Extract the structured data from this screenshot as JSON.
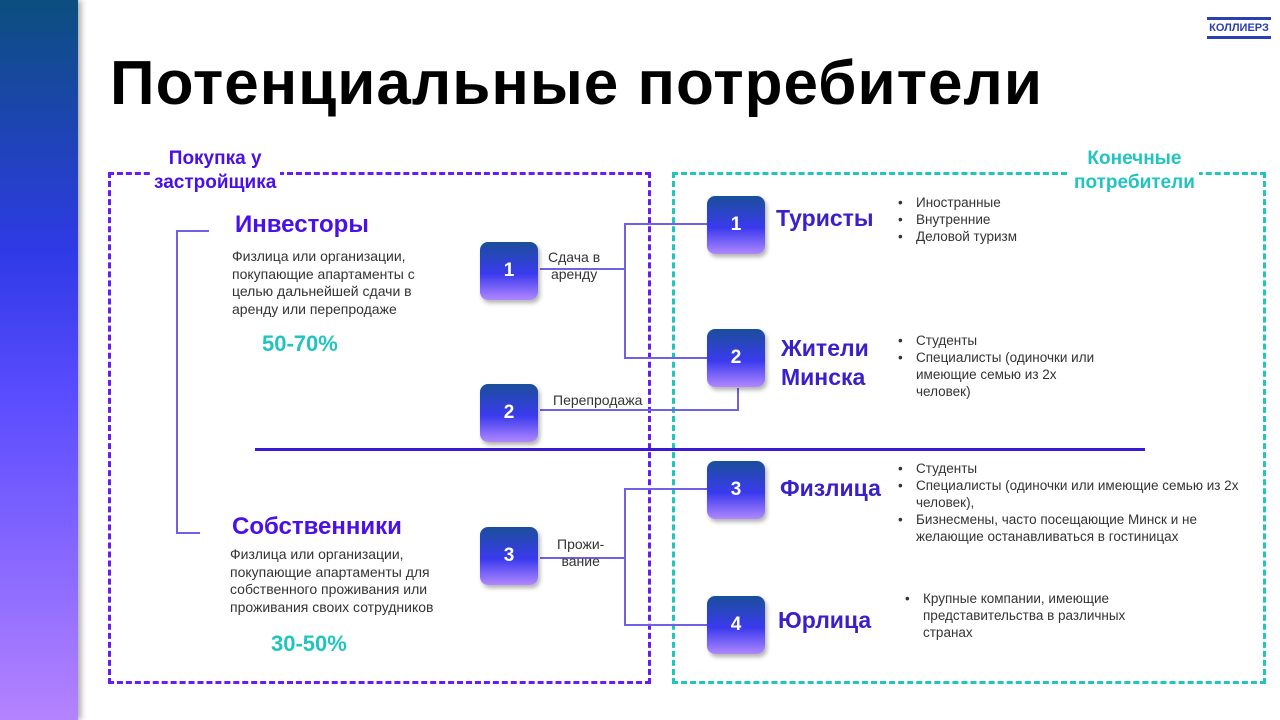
{
  "logo": "КОЛЛИЕРЗ",
  "title": "Потенциальные потребители",
  "left_label": [
    "Покупка у",
    "застройщика"
  ],
  "right_label": [
    "Конечные",
    "потребители"
  ],
  "investors": {
    "heading": "Инвесторы",
    "desc": [
      "Физлица или организации,",
      "покупающие апартаменты с",
      "целью дальнейшей сдачи в",
      "аренду или перепродаже"
    ],
    "pct": "50-70%"
  },
  "owners": {
    "heading": "Собственники",
    "desc": [
      "Физлица или организации,",
      "покупающие апартаменты для",
      "собственного проживания или",
      "проживания своих сотрудников"
    ],
    "pct": "30-50%"
  },
  "left_nums": [
    "1",
    "2",
    "3"
  ],
  "links": {
    "rent": [
      "Сдача в",
      "аренду"
    ],
    "resale": "Перепродажа",
    "live": [
      "Прожи-",
      "вание"
    ]
  },
  "right": [
    {
      "num": "1",
      "name": [
        "Туристы"
      ],
      "bullets": [
        "Иностранные",
        "Внутренние",
        "Деловой туризм"
      ]
    },
    {
      "num": "2",
      "name": [
        "Жители",
        "Минска"
      ],
      "bullets": [
        "Студенты",
        "Специалисты (одиночки или имеющие семью из 2х человек)"
      ]
    },
    {
      "num": "3",
      "name": [
        "Физлица"
      ],
      "bullets": [
        "Студенты",
        "Специалисты (одиночки или имеющие семью из 2х человек),",
        "Бизнесмены, часто посещающие Минск и не желающие останавливаться в гостиницах"
      ]
    },
    {
      "num": "4",
      "name": [
        "Юрлица"
      ],
      "bullets": [
        "Крупные компании, имеющие представительства в различных странах"
      ]
    }
  ]
}
